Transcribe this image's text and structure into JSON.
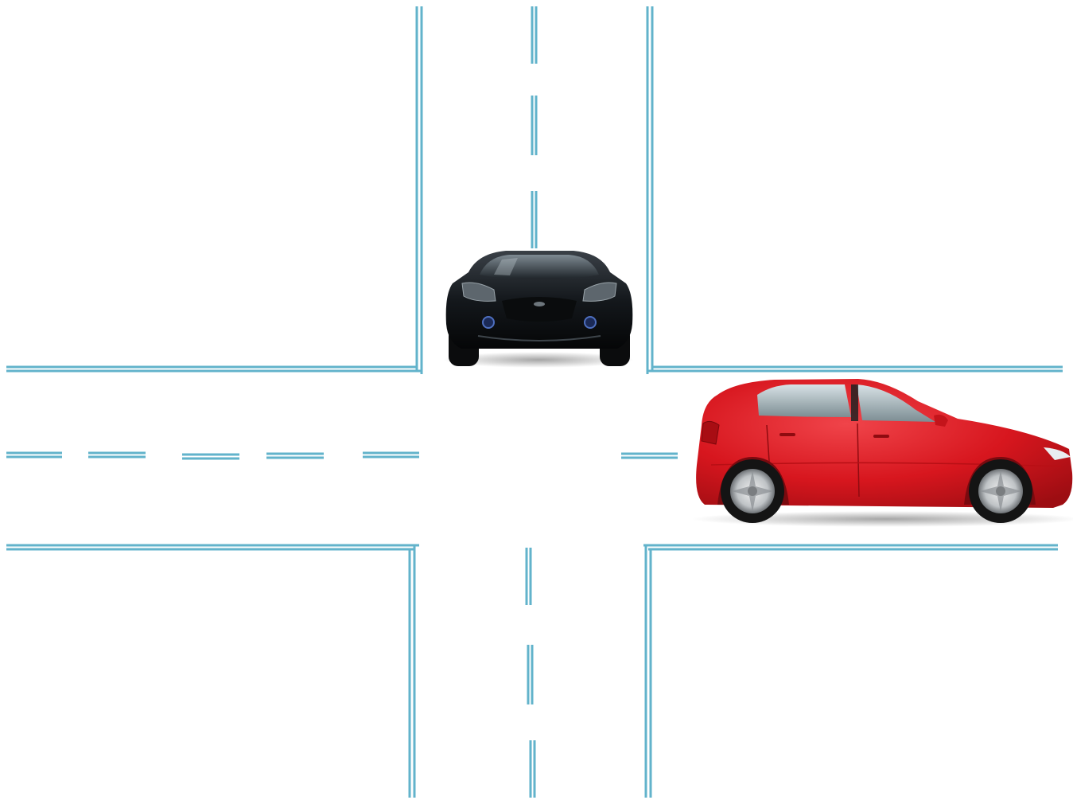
{
  "scene": {
    "background": "#ffffff",
    "road_line_color": "#62b3cb",
    "objects": [
      {
        "name": "black-car",
        "view": "front",
        "body_color": "#0e1114"
      },
      {
        "name": "red-car",
        "view": "side",
        "body_color": "#d7161e"
      }
    ]
  }
}
